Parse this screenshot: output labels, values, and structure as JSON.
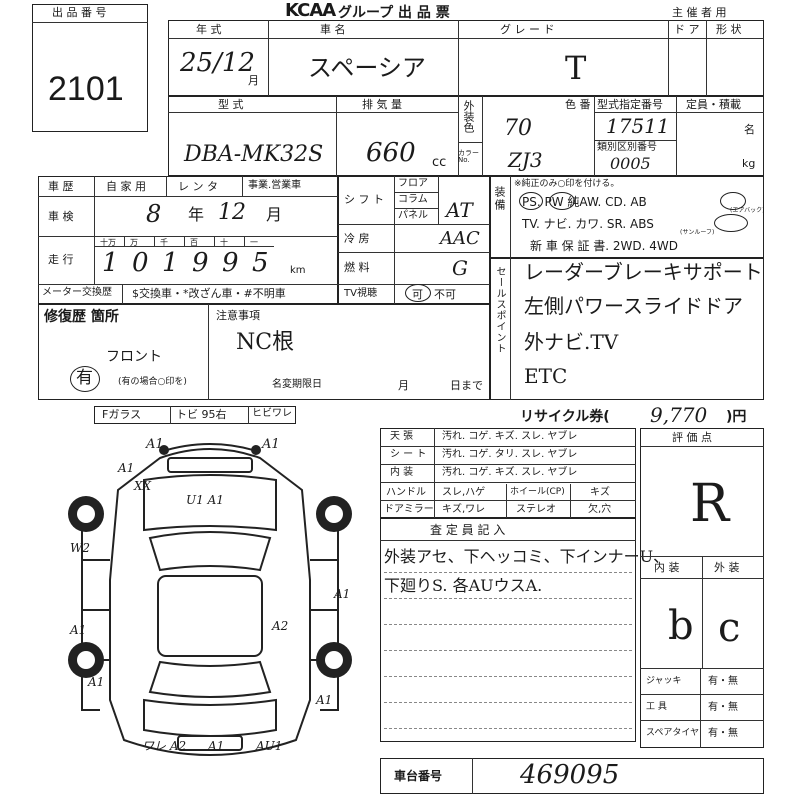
{
  "header": {
    "lot_label": "出 品 番 号",
    "lot_number": "2101",
    "logo": "KCAA",
    "title": "グループ  出  品  票",
    "organizer": "主 催 者 用"
  },
  "row1": {
    "year_label": "年  式",
    "year_value": "25/12",
    "month_suffix": "月",
    "car_label": "車  名",
    "car_value": "スペーシア",
    "grade_label": "グ  レ  ー  ド",
    "grade_value": "T",
    "door_label": "ド  ア",
    "shape_label": "形  状"
  },
  "row2": {
    "model_label": "型  式",
    "model_value": "DBA-MK32S",
    "displacement_label": "排  気  量",
    "displacement_value": "660",
    "cc": "cc",
    "exterior_color_label": "外装色",
    "color_no_label": "カラーNo.",
    "color_value": "70",
    "color_code": "ZJ3",
    "color_num_label": "色 番",
    "model_designation_label": "型式指定番号",
    "model_designation_value": "17511",
    "category_label": "類別区別番号",
    "category_value": "0005",
    "capacity_label": "定員・積載",
    "unit_people": "名",
    "unit_kg": "kg"
  },
  "history": {
    "label": "車  歴",
    "options": [
      "自 家 用",
      "レ ン タ",
      "事業.営業車"
    ],
    "inspection_label": "車  検",
    "inspection_year": "8",
    "inspection_year_suffix": "年",
    "inspection_month": "12",
    "inspection_month_suffix": "月",
    "mileage_label": "走  行",
    "mileage_units": [
      "十万",
      "万",
      "千",
      "百",
      "十",
      "一"
    ],
    "mileage_digits": [
      "1",
      "0",
      "1",
      "9",
      "9",
      "5"
    ],
    "km": "km"
  },
  "specs": {
    "shift_label": "シ フ ト",
    "shift_types": [
      "フロア",
      "コラム",
      "パネル"
    ],
    "shift_value": "AT",
    "ac_label": "冷  房",
    "ac_value": "AAC",
    "fuel_label": "燃  料",
    "fuel_value": "G",
    "tv_label": "TV視聴",
    "tv_yes": "可",
    "tv_no": "不可"
  },
  "equipment": {
    "label": "装備",
    "note": "※純正のみ○印を付ける。",
    "line1": "PS.  PW  純AW. CD.  AB",
    "airbag_note": "(エアバック)",
    "line2": "TV. ナビ. カワ. SR. ABS",
    "sunroof_note": "(サンルーフ)",
    "line3": "新 車 保 証 書.  2WD.  4WD"
  },
  "sales_points": {
    "label": "セールスポイント",
    "items": [
      "レーダーブレーキサポート",
      "左側パワースライドドア",
      "外ナビ.TV",
      "ETC"
    ]
  },
  "meter_row": {
    "meter_exchange": "メーター交換歴",
    "note": "$交換車・*改ざん車・#不明車"
  },
  "repair": {
    "label": "修復歴  箇所",
    "notes_label": "注意事項",
    "notes_value": "NC根",
    "front_value": "フロント",
    "present_value": "有",
    "present_hint": "(有の場合○印を)",
    "deadline_label": "名変期限日",
    "month": "月",
    "day_until": "日まで"
  },
  "glass": {
    "items": [
      "Fガラス",
      "トビ 95右",
      "ヒビワレ"
    ]
  },
  "recycle": {
    "label": "リサイクル券(",
    "value": "9,770",
    "suffix": ")円"
  },
  "condition": {
    "rows": [
      {
        "part": "天  張",
        "options": "汚れ. コゲ. キズ. スレ. ヤブレ"
      },
      {
        "part": "シ ー ト",
        "options": "汚れ. コゲ. タリ. スレ. ヤブレ"
      },
      {
        "part": "内  装",
        "options": "汚れ. コゲ. キズ. スレ. ヤブレ"
      }
    ],
    "handle_label": "ハンドル",
    "handle_options": "スレ,ハゲ",
    "wheel_label": "ホイール(CP)",
    "wheel_option": "キズ",
    "mirror_label": "ドアミラー",
    "mirror_options": "キズ,ワレ",
    "stereo_label": "ステレオ",
    "stereo_option": "欠,穴"
  },
  "inspector": {
    "label": "査  定  員  記  入",
    "lines": [
      "外装アセ、下ヘッコミ、下インナーU、",
      "下廻りS. 各AUウスA."
    ]
  },
  "score": {
    "label": "評  価  点",
    "overall": "R",
    "interior_label": "内 装",
    "exterior_label": "外 装",
    "interior_grade": "b",
    "exterior_grade": "c"
  },
  "tools": {
    "rows": [
      {
        "label": "ジャッキ",
        "value": "有・無"
      },
      {
        "label": "工  具",
        "value": "有・無"
      },
      {
        "label": "スペアタイヤ",
        "value": "有・無"
      }
    ]
  },
  "chassis": {
    "label": "車台番号",
    "value": "469095"
  },
  "diagram": {
    "marks": [
      "A1",
      "A1",
      "A1",
      "XX",
      "U1 A1",
      "W2",
      "A1",
      "A1",
      "A2",
      "A1",
      "A1",
      "ワレ A2",
      "A1",
      "AU1"
    ]
  }
}
